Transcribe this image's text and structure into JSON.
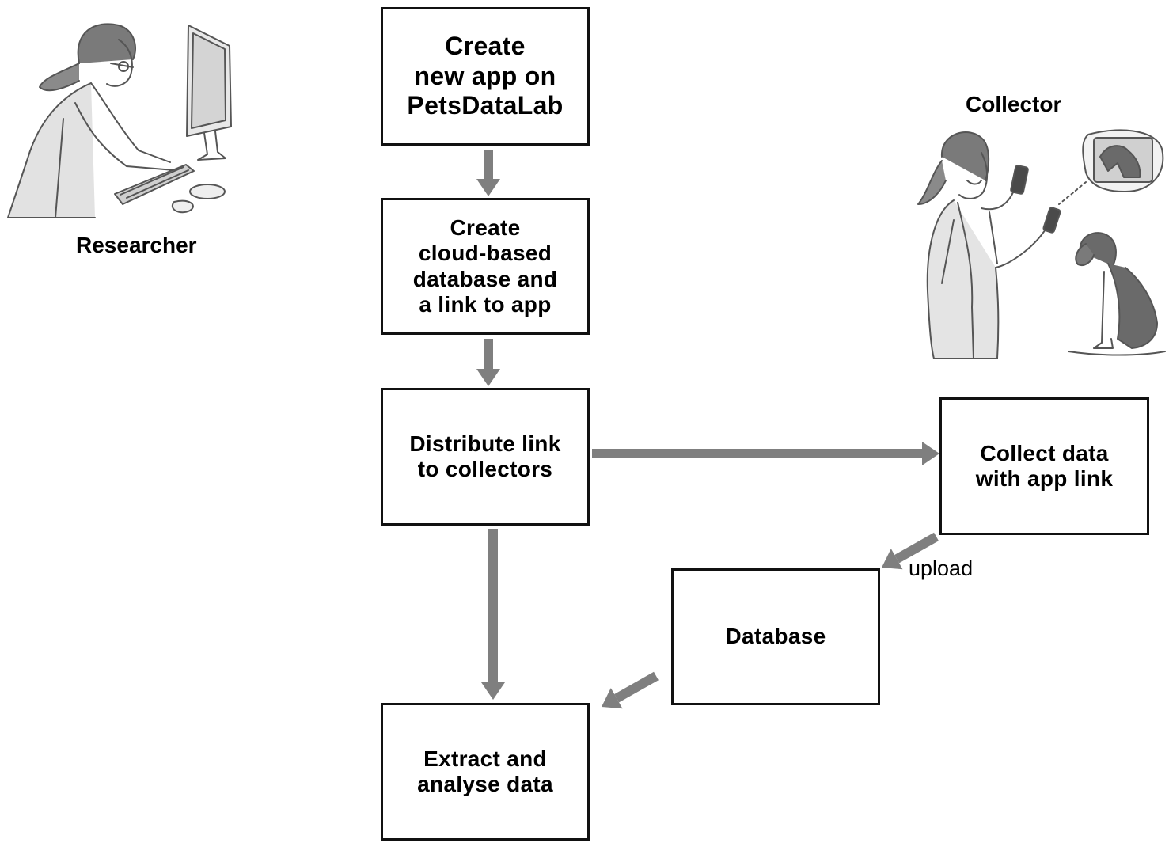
{
  "colors": {
    "arrow": "#7f7f7f",
    "box_border": "#111111",
    "text": "#000000",
    "sketch": "#555555"
  },
  "actors": {
    "researcher": {
      "label": "Researcher",
      "icon": "researcher-at-computer-illustration"
    },
    "collector": {
      "label": "Collector",
      "icon": "collector-with-phone-and-dog-illustration"
    }
  },
  "steps": [
    {
      "id": "create-app",
      "label": "Create\nnew app on\nPetsDataLab"
    },
    {
      "id": "create-db",
      "label": "Create\ncloud-based\ndatabase and\na link to app"
    },
    {
      "id": "distribute",
      "label": "Distribute link\nto collectors"
    },
    {
      "id": "extract",
      "label": "Extract and\nanalyse data"
    },
    {
      "id": "collect",
      "label": "Collect data\nwith app link"
    },
    {
      "id": "database",
      "label": "Database"
    }
  ],
  "edges": [
    {
      "from": "create-app",
      "to": "create-db",
      "label": ""
    },
    {
      "from": "create-db",
      "to": "distribute",
      "label": ""
    },
    {
      "from": "distribute",
      "to": "collect",
      "label": ""
    },
    {
      "from": "distribute",
      "to": "extract",
      "label": ""
    },
    {
      "from": "collect",
      "to": "database",
      "label": "upload"
    },
    {
      "from": "database",
      "to": "extract",
      "label": ""
    }
  ]
}
